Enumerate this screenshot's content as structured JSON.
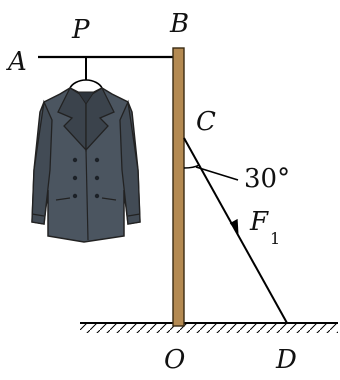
{
  "labels": {
    "A": "A",
    "P": "P",
    "B": "B",
    "C": "C",
    "angle": "30°",
    "force": "F",
    "force_sub": "1",
    "O": "O",
    "D": "D"
  },
  "colors": {
    "pole": "#b48a52",
    "pole_outline": "#3a2a12",
    "coat": "#4b5560",
    "coat_dark": "#2e353d",
    "line": "#000000"
  },
  "icons": {
    "coat": "coat-icon",
    "arrow": "arrowhead-icon"
  }
}
